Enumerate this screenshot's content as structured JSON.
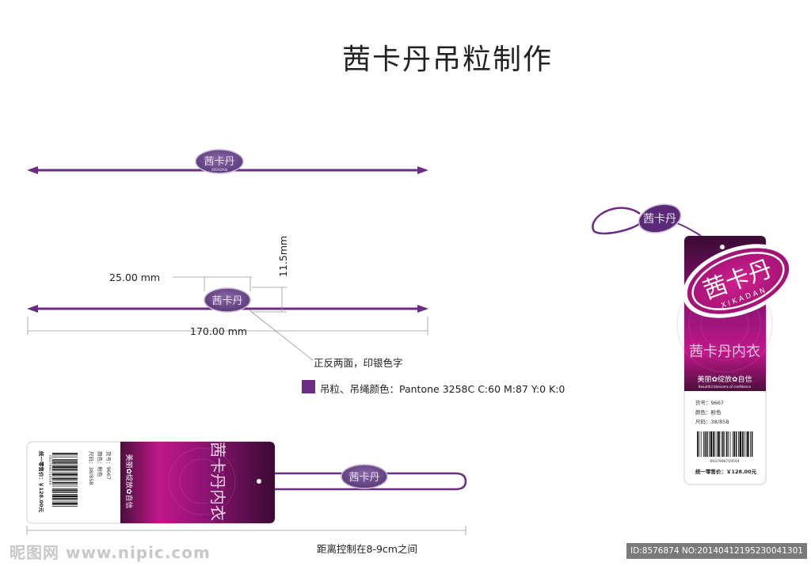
{
  "title": "茜卡丹吊粒制作",
  "brand": {
    "name": "茜卡丹",
    "latin": "XIKADAN",
    "product_name": "茜卡丹内衣",
    "slogan": "美丽✿绽放✿自信",
    "slogan_en": "Beautiful blossoms of confidence"
  },
  "dimensions": {
    "length": "170.00 mm",
    "oval_width": "25.00 mm",
    "oval_height": "11.5mm"
  },
  "notes": {
    "print_note": "正反两面，印银色字",
    "color_note": "吊粒、吊绳颜色：Pantone 3258C    C:60 M:87 Y:0 K:0",
    "distance_note": "距离控制在8-9cm之间"
  },
  "tag_info": {
    "item_no": "货号：9667",
    "color": "颜色：粉色",
    "size": "尺码：38/85B",
    "barcode_number": "6937996719594",
    "price": "统一零售价：￥128.00元"
  },
  "colors": {
    "cord": "#6d2a86",
    "oval": "#6e4a8e",
    "tag_dark": "#4a0f3c",
    "tag_magenta": "#c0178a",
    "swatch": "#6d2a86"
  },
  "footer": {
    "watermark": "昵图网 www.nipic.com",
    "image_id": "ID:8576874 NO:20140412195230041301"
  }
}
